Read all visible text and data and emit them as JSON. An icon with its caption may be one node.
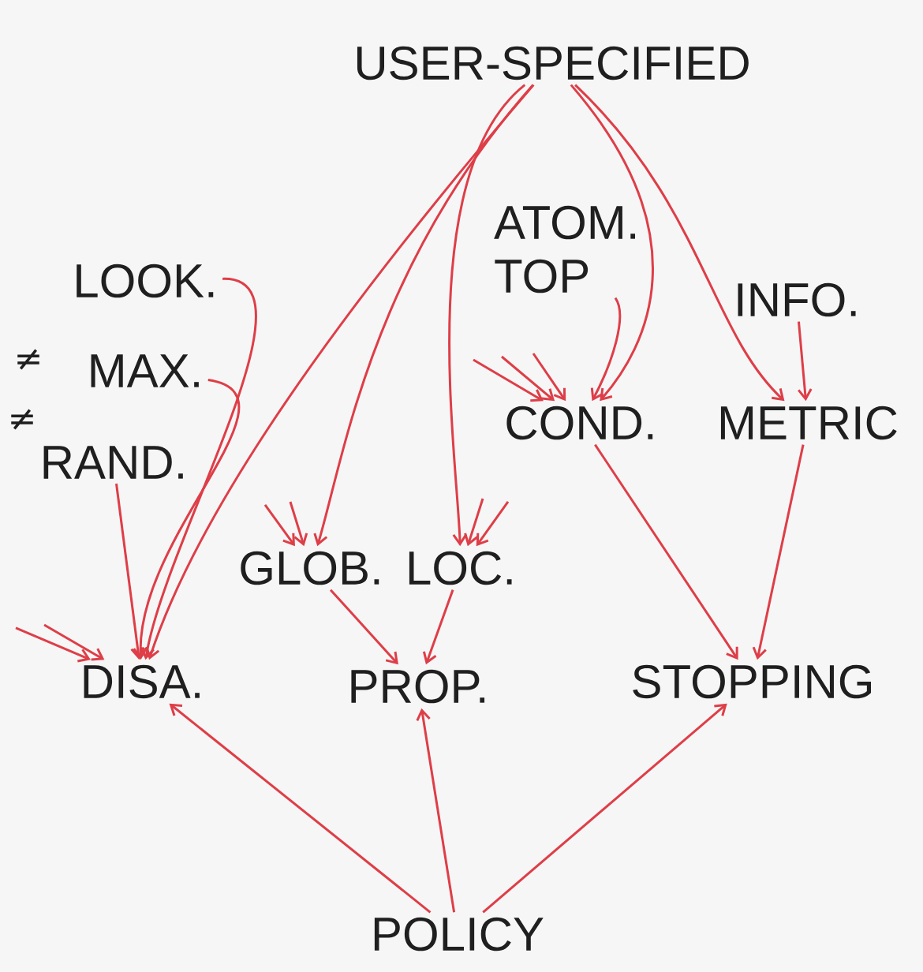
{
  "diagram": {
    "nodes": [
      {
        "text": [
          "USER-SPECIFIED"
        ]
      },
      {
        "text": [
          "ATOM. TOP"
        ]
      },
      {
        "text": [
          "LOOK."
        ]
      },
      {
        "text": [
          "INFO."
        ]
      },
      {
        "text": [
          "MAX."
        ]
      },
      {
        "text": [
          "COND."
        ]
      },
      {
        "text": [
          "METRIC"
        ]
      },
      {
        "text": [
          "RAND."
        ]
      },
      {
        "text": [
          "GLOB."
        ]
      },
      {
        "text": [
          "LOC."
        ]
      },
      {
        "text": [
          "DISA."
        ]
      },
      {
        "text": [
          "PROP."
        ]
      },
      {
        "text": [
          "STOPPING"
        ]
      },
      {
        "text": [
          "POLICY"
        ]
      }
    ],
    "edges": [
      {
        "from": 0,
        "to": 10,
        "arrow": "to"
      },
      {
        "from": 0,
        "to": 8,
        "arrow": "to"
      },
      {
        "from": 0,
        "to": 9,
        "arrow": "to"
      },
      {
        "from": 0,
        "to": 5,
        "arrow": "to"
      },
      {
        "from": 0,
        "to": 6,
        "arrow": "to"
      },
      {
        "from": 2,
        "to": 10,
        "arrow": "to"
      },
      {
        "from": 4,
        "to": 10,
        "arrow": "to"
      },
      {
        "from": 7,
        "to": 10,
        "arrow": "to"
      },
      {
        "from": null,
        "to": 10,
        "arrow": "to"
      },
      {
        "from": null,
        "to": 10,
        "arrow": "to"
      },
      {
        "from": null,
        "to": 8,
        "arrow": "to"
      },
      {
        "from": null,
        "to": 8,
        "arrow": "to"
      },
      {
        "from": null,
        "to": 9,
        "arrow": "to"
      },
      {
        "from": null,
        "to": 9,
        "arrow": "to"
      },
      {
        "from": null,
        "to": 5,
        "arrow": "to"
      },
      {
        "from": null,
        "to": 5,
        "arrow": "to"
      },
      {
        "from": null,
        "to": 5,
        "arrow": "to"
      },
      {
        "from": 1,
        "to": 5,
        "arrow": "to"
      },
      {
        "from": 3,
        "to": 6,
        "arrow": "to"
      },
      {
        "from": 5,
        "to": 12,
        "arrow": "to"
      },
      {
        "from": 6,
        "to": 12,
        "arrow": "to"
      },
      {
        "from": 8,
        "to": 11,
        "arrow": "to"
      },
      {
        "from": 9,
        "to": 11,
        "arrow": "to"
      },
      {
        "from": 13,
        "to": 10,
        "arrow": "to"
      },
      {
        "from": 13,
        "to": 11,
        "arrow": "to"
      },
      {
        "from": 13,
        "to": 12,
        "arrow": "to"
      }
    ],
    "labels": [
      "≠",
      "≠"
    ]
  }
}
